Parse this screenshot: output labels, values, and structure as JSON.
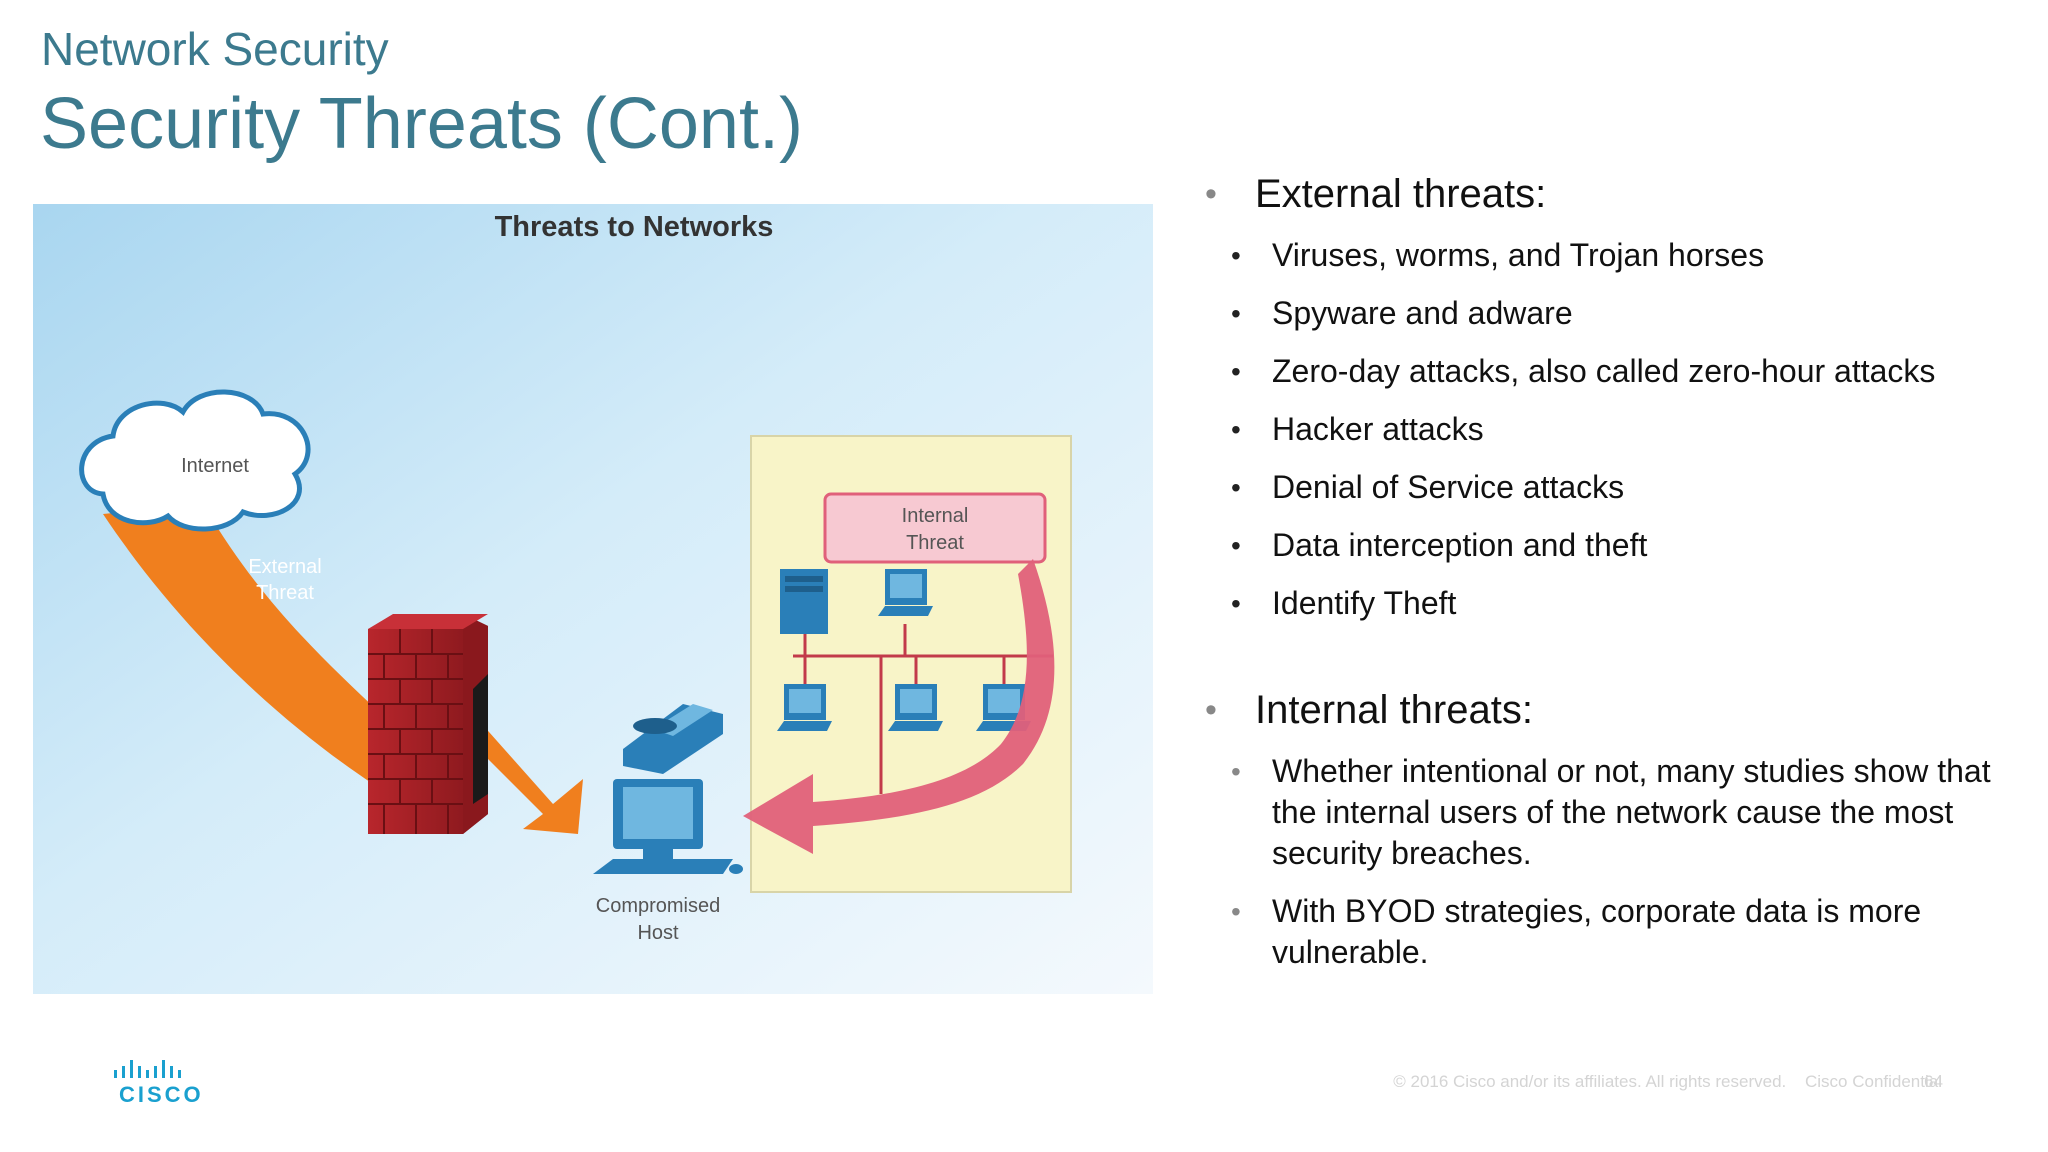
{
  "header": {
    "subtitle": "Network Security",
    "title": "Security Threats (Cont.)"
  },
  "diagram": {
    "title": "Threats to Networks",
    "internet_label": "Internet",
    "external_threat_label": [
      "External",
      "Threat"
    ],
    "internal_threat_label": [
      "Internal",
      "Threat"
    ],
    "compromised_host_label": [
      "Compromised",
      "Host"
    ]
  },
  "bullets": {
    "external": {
      "heading": "External threats:",
      "items": [
        "Viruses, worms, and Trojan horses",
        "Spyware and adware",
        "Zero-day attacks, also called zero-hour attacks",
        "Hacker attacks",
        "Denial of Service attacks",
        "Data interception and theft",
        "Identify Theft"
      ]
    },
    "internal": {
      "heading": "Internal threats:",
      "items": [
        "Whether intentional or not, many studies show that the internal users of the network cause the most security breaches.",
        "With BYOD strategies, corporate data is more vulnerable."
      ]
    }
  },
  "footer": {
    "copyright": "© 2016  Cisco and/or its affiliates. All rights reserved.",
    "confidential": "Cisco Confidential",
    "page_number": "64"
  },
  "logo": {
    "text": "CISCO",
    "color": "#1aa0cf"
  },
  "colors": {
    "title": "#3c7a8e",
    "external_arrow": "#f07f1e",
    "internal_arrow": "#e0607a",
    "firewall": "#b0232a",
    "device": "#2a7fb8",
    "internal_zone": "#f8f4c8"
  }
}
